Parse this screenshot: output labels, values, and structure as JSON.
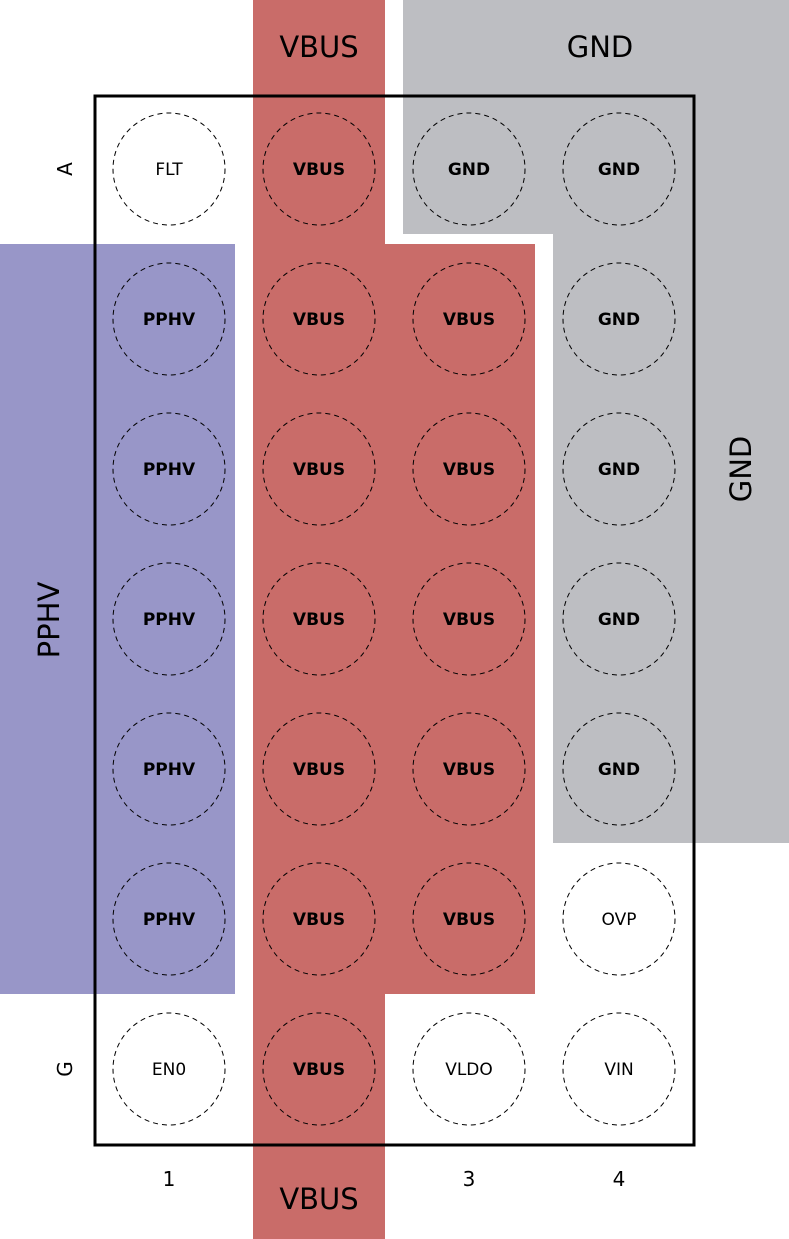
{
  "colors": {
    "vbus": "#C96C69",
    "gnd": "#BDBEC2",
    "pphv": "#9896C8",
    "outline": "#000000"
  },
  "regions": {
    "vbus_top": "VBUS",
    "vbus_bottom": "VBUS",
    "gnd_top": "GND",
    "gnd_side": "GND",
    "pphv_side": "PPHV"
  },
  "rows": [
    "A",
    "G"
  ],
  "columns": [
    "1",
    "3",
    "4"
  ],
  "pins": [
    [
      {
        "label": "FLT",
        "net": "none"
      },
      {
        "label": "VBUS",
        "net": "vbus"
      },
      {
        "label": "GND",
        "net": "gnd"
      },
      {
        "label": "GND",
        "net": "gnd"
      }
    ],
    [
      {
        "label": "PPHV",
        "net": "pphv"
      },
      {
        "label": "VBUS",
        "net": "vbus"
      },
      {
        "label": "VBUS",
        "net": "vbus"
      },
      {
        "label": "GND",
        "net": "gnd"
      }
    ],
    [
      {
        "label": "PPHV",
        "net": "pphv"
      },
      {
        "label": "VBUS",
        "net": "vbus"
      },
      {
        "label": "VBUS",
        "net": "vbus"
      },
      {
        "label": "GND",
        "net": "gnd"
      }
    ],
    [
      {
        "label": "PPHV",
        "net": "pphv"
      },
      {
        "label": "VBUS",
        "net": "vbus"
      },
      {
        "label": "VBUS",
        "net": "vbus"
      },
      {
        "label": "GND",
        "net": "gnd"
      }
    ],
    [
      {
        "label": "PPHV",
        "net": "pphv"
      },
      {
        "label": "VBUS",
        "net": "vbus"
      },
      {
        "label": "VBUS",
        "net": "vbus"
      },
      {
        "label": "GND",
        "net": "gnd"
      }
    ],
    [
      {
        "label": "PPHV",
        "net": "pphv"
      },
      {
        "label": "VBUS",
        "net": "vbus"
      },
      {
        "label": "VBUS",
        "net": "vbus"
      },
      {
        "label": "OVP",
        "net": "none"
      }
    ],
    [
      {
        "label": "EN0",
        "net": "none"
      },
      {
        "label": "VBUS",
        "net": "vbus"
      },
      {
        "label": "VLDO",
        "net": "none"
      },
      {
        "label": "VIN",
        "net": "none"
      }
    ]
  ]
}
